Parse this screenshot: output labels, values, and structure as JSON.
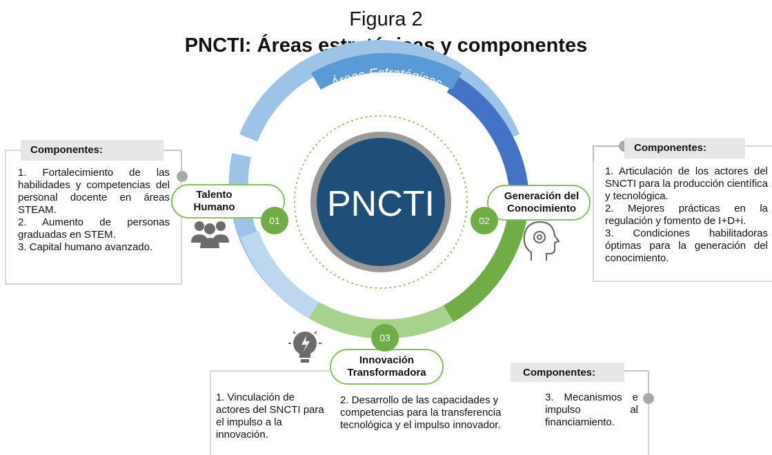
{
  "title": {
    "line1": "Figura 2",
    "line2": "PNCTI: Áreas estratégicas y componentes"
  },
  "ring": {
    "arc_label": "Áreas Estratégicas",
    "center_label": "PNCTI"
  },
  "areas": [
    {
      "number": "01",
      "name_line1": "Talento",
      "name_line2": "Humano"
    },
    {
      "number": "02",
      "name_line1": "Generación del",
      "name_line2": "Conocimiento"
    },
    {
      "number": "03",
      "name_line1": "Innovación",
      "name_line2": "Transformadora"
    }
  ],
  "components_left": {
    "header": "Componentes:",
    "items": [
      "1. Fortalecimiento de las habilidades y competencias del personal docente en áreas STEAM.",
      "2. Aumento de personas graduadas en STEM.",
      "3. Capital humano avanzado."
    ]
  },
  "components_right": {
    "header": "Componentes:",
    "items": [
      "1. Articulación de los actores del SNCTI para la producción científica y tecnológica.",
      "2. Mejores prácticas en la regulación y fomento de I+D+i.",
      "3. Condiciones habilitadoras óptimas para la generación del conocimiento."
    ]
  },
  "components_bottom": {
    "header": "Componentes:",
    "items": [
      "1. Vinculación de actores del SNCTI para el impulso a la innovación.",
      "2. Desarrollo de las capacidades y competencias para la transferencia tecnológica y el impulso innovador.",
      "3. Mecanismos e impulso al financiamiento."
    ]
  },
  "icons": [
    "people-icon",
    "gear-head-icon",
    "lightbulb-icon"
  ],
  "colors": {
    "dark_blue": "#2f5597",
    "mid_blue": "#4472c4",
    "light_blue": "#9dc3e6",
    "pale_blue": "#bdd7ee",
    "green": "#70ad47",
    "light_green": "#a9d18e",
    "center_fill": "#1f4e79"
  }
}
